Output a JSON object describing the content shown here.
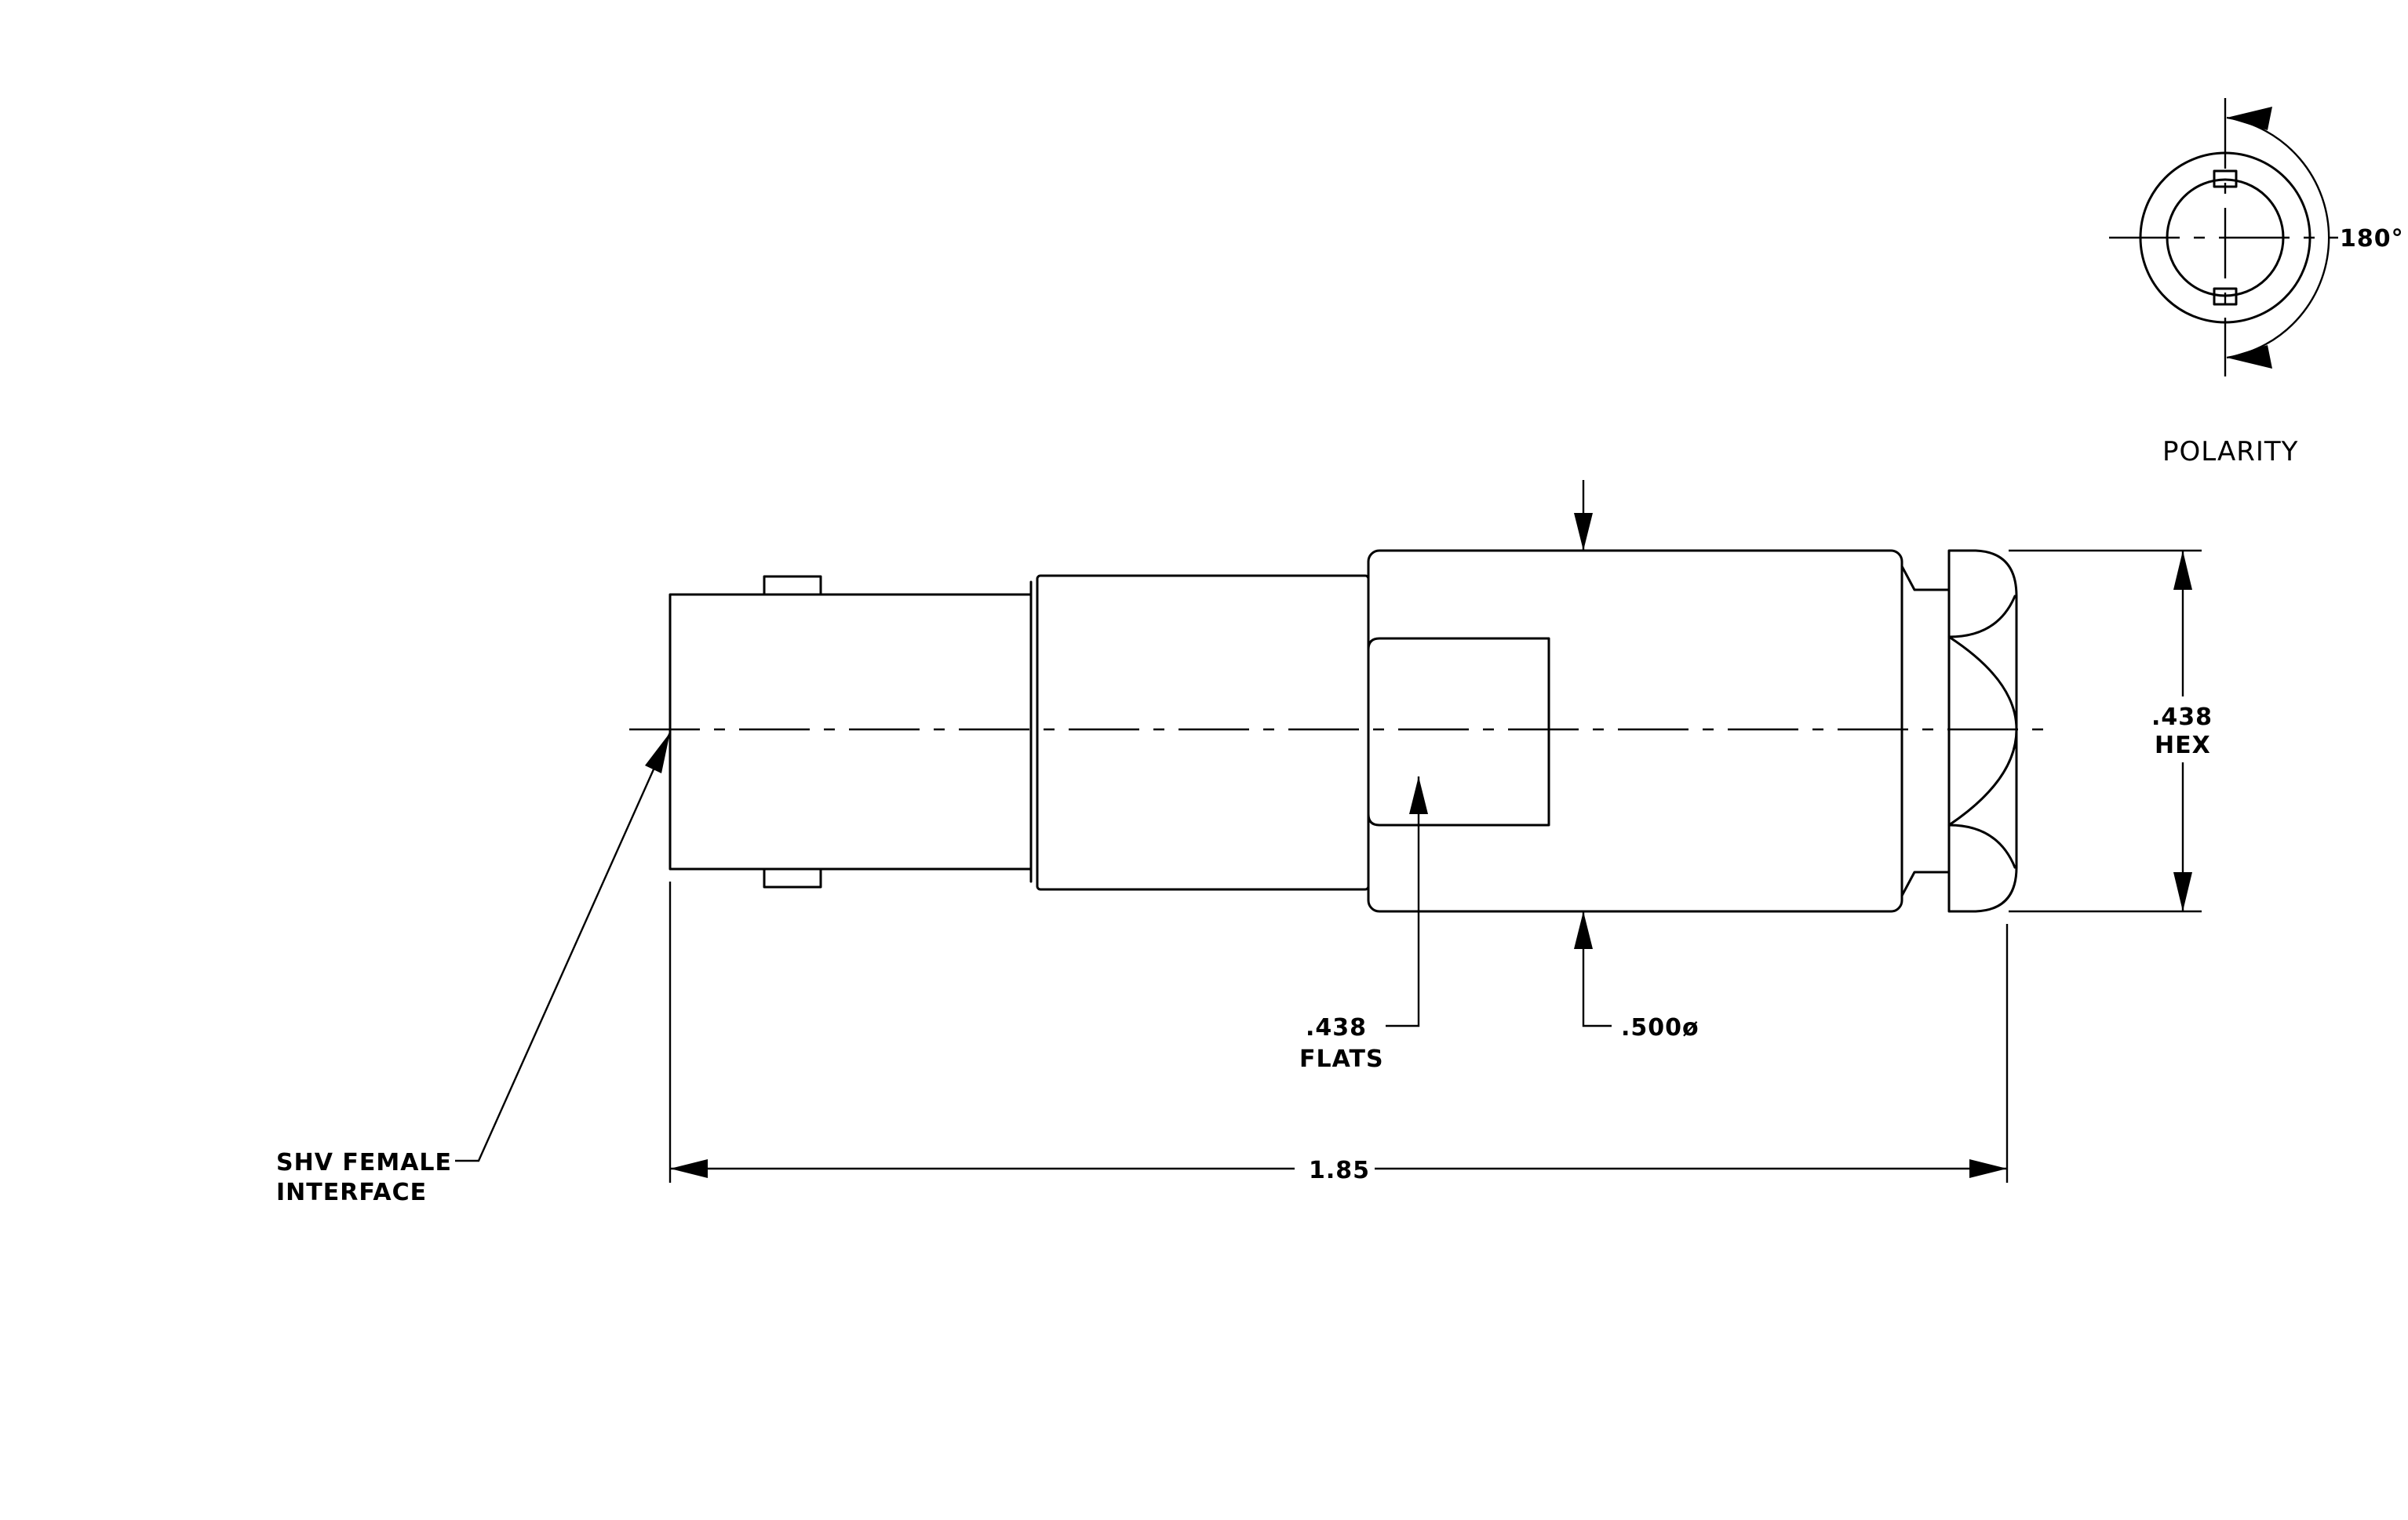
{
  "labels": {
    "polarity": "POLARITY",
    "angle": "180°",
    "hex_value": ".438",
    "hex_word": "HEX",
    "flats_value": ".438",
    "flats_word": "FLATS",
    "diameter": ".500ø",
    "length": "1.85",
    "interface_line1": "SHV  FEMALE",
    "interface_line2": "INTERFACE"
  }
}
